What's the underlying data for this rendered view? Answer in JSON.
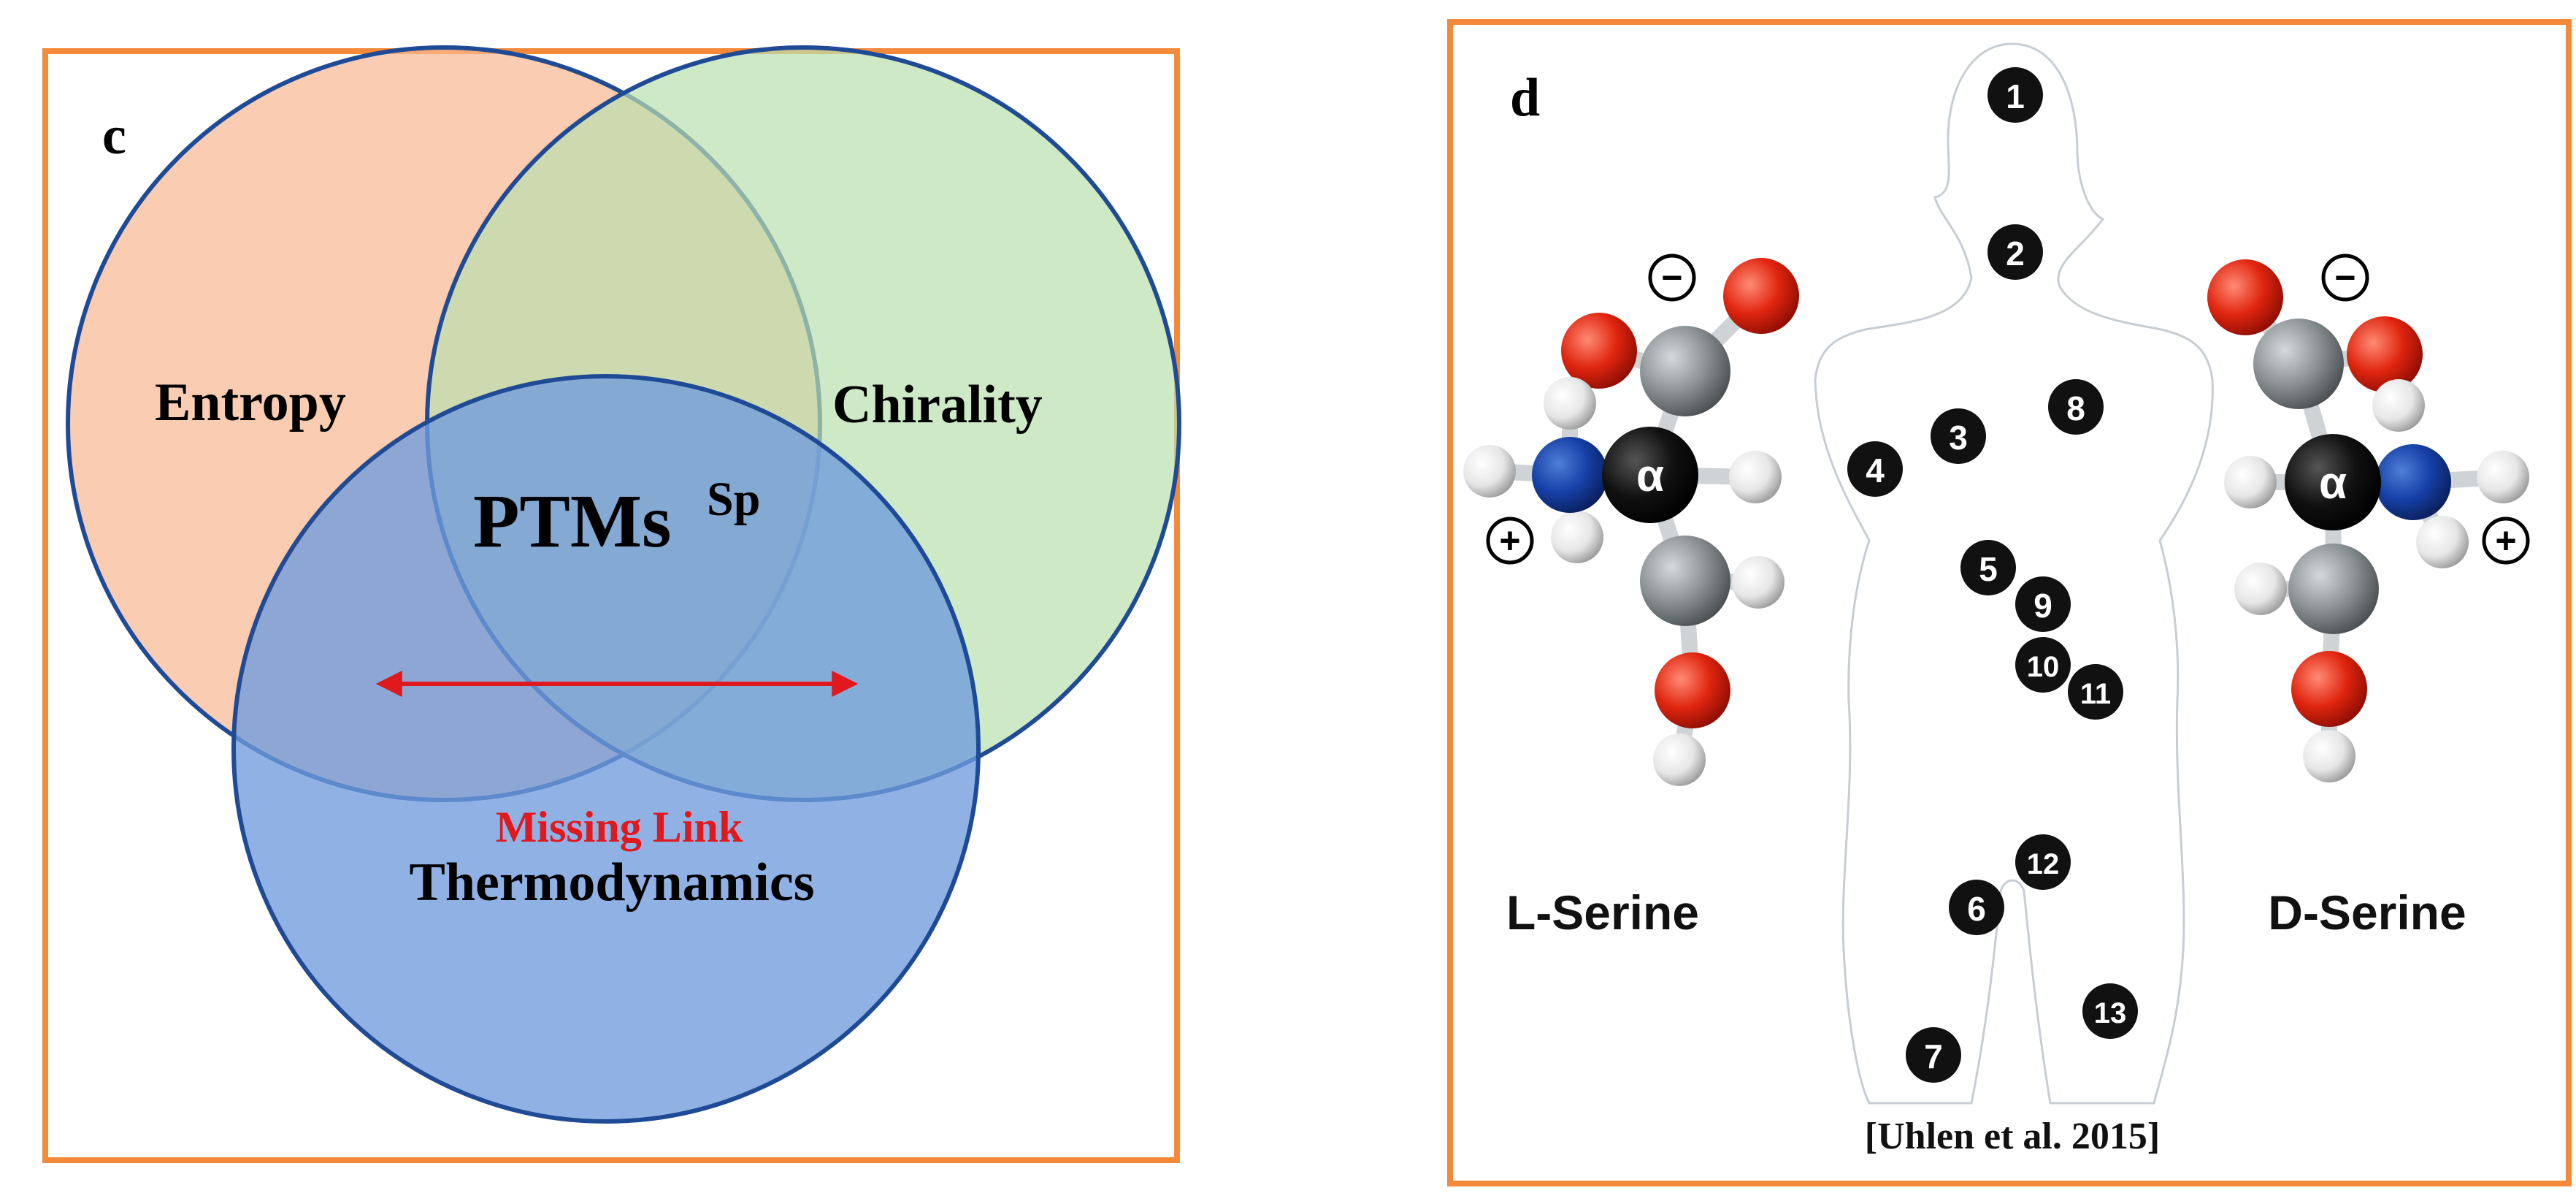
{
  "panel_c": {
    "label": "c",
    "circles": {
      "entropy": {
        "label": "Entropy",
        "color": "#f8b690"
      },
      "chirality": {
        "label": "Chirality",
        "color": "#b9e0ae"
      },
      "thermodynamics": {
        "label": "Thermodynamics",
        "color": "#6f9bdc"
      }
    },
    "center_label": "PTMs",
    "center_superscript": "Sp",
    "missing_link_label": "Missing Link",
    "arrow_color": "#e0191f",
    "frame_color": "#f5893a"
  },
  "panel_d": {
    "label": "d",
    "left_molecule_label": "L-Serine",
    "right_molecule_label": "D-Serine",
    "alpha_symbol": "α",
    "minus_symbol": "−",
    "plus_symbol": "+",
    "markers": [
      "1",
      "2",
      "3",
      "4",
      "5",
      "6",
      "7",
      "8",
      "9",
      "10",
      "11",
      "12",
      "13"
    ],
    "citation": "[Uhlen et al. 2015]",
    "body_left_color": "#9fc6e8",
    "body_right_color": "#f7c0d3",
    "frame_color": "#f5893a"
  }
}
